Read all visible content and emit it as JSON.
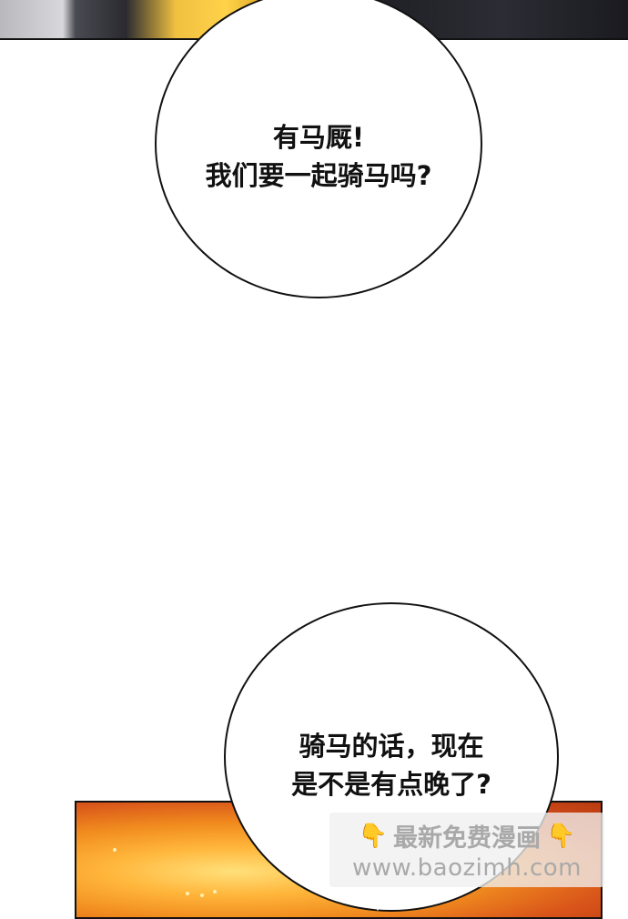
{
  "bubble_1": {
    "line_1": "有马厩!",
    "line_2": "我们要一起骑马吗?"
  },
  "bubble_2": {
    "line_1": "骑马的话，现在",
    "line_2": "是不是有点晚了?"
  },
  "watermark": {
    "text": "最新免费漫画",
    "url": "www.baozimh.com",
    "icon": "pointing-hand-icon",
    "icon_glyph": "👇"
  },
  "colors": {
    "bubble_fill": "#ffffff",
    "outline": "#111111",
    "watermark_text": "#a9a9a9",
    "fire": "#f08a1e"
  }
}
